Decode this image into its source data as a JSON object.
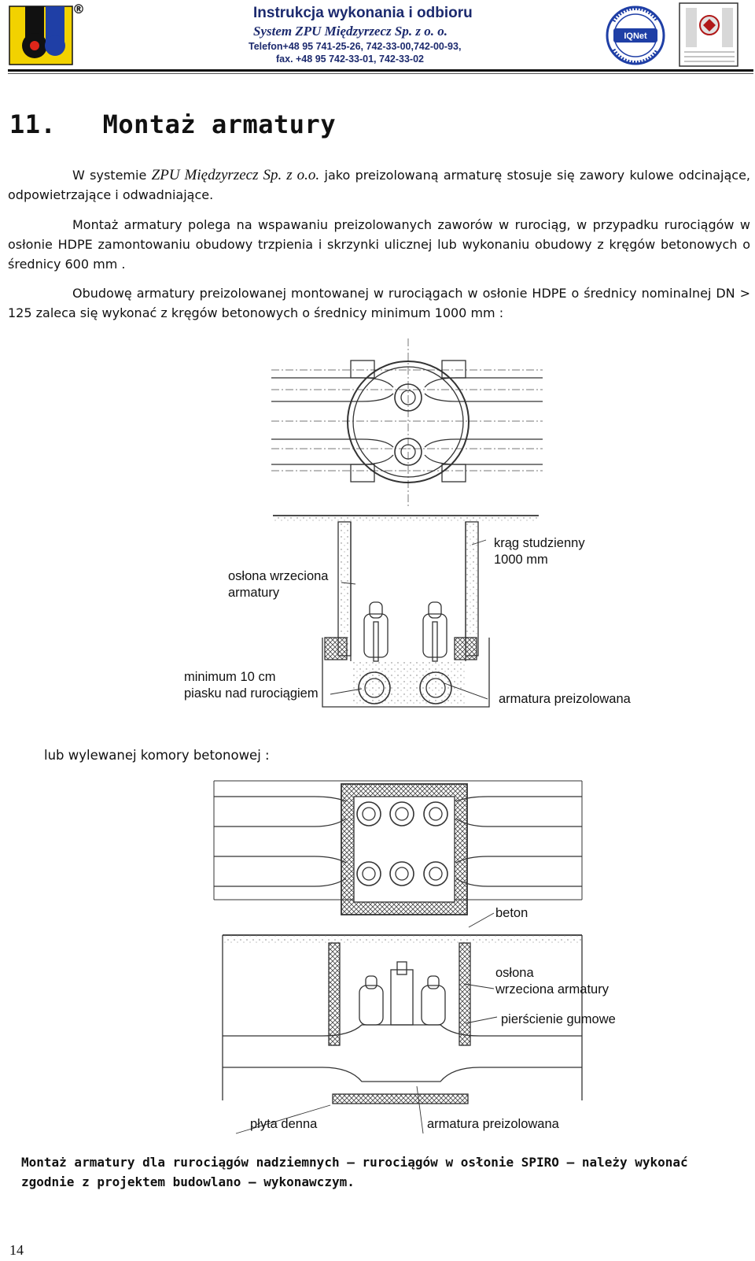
{
  "header": {
    "title": "Instrukcja wykonania i odbioru",
    "company": "System ZPU Międzyrzecz Sp. z o. o.",
    "phone": "Telefon+48 95 741-25-26, 742-33-00,742-00-93,",
    "fax": "fax. +48 95 742-33-01, 742-33-02",
    "registered_mark": "®",
    "cert_badge_text": "CERTIFIED MANAGEMENT SYSTEM",
    "cert_badge_brand": "IQNet",
    "cert_doc_text": "PN-EN ISO 9001:2000 / PN-EN ISO 14001:2005"
  },
  "section": {
    "heading": "11.   Montaż armatury",
    "p1_pre": "W systemie ",
    "p1_company": "ZPU Międzyrzecz Sp. z o.o.",
    "p1_post": " jako preizolowaną armaturę stosuje się zawory kulowe odcinające, odpowietrzające i odwadniające.",
    "p2": "Montaż armatury polega na wspawaniu preizolowanych zaworów w rurociąg, w przypadku rurociągów w osłonie HDPE zamontowaniu  obudowy trzpienia i skrzynki ulicznej lub wykonaniu obudowy z kręgów betonowych o średnicy 600 mm .",
    "p3": "Obudowę armatury preizolowanej montowanej w rurociągach w osłonie HDPE o średnicy nominalnej DN > 125  zaleca się wykonać z kręgów betonowych o średnicy minimum 1000 mm :"
  },
  "figure1": {
    "label_ring": [
      "krąg studzienny",
      "1000 mm"
    ],
    "label_sleeve": [
      "osłona wrzeciona",
      "armatury"
    ],
    "label_sand": [
      "minimum 10 cm",
      "piasku nad rurociągiem"
    ],
    "label_valve": "armatura preizolowana"
  },
  "or_text": "lub wylewanej komory betonowej :",
  "figure2": {
    "label_concrete": "beton",
    "label_sleeve": [
      "osłona",
      "wrzeciona armatury"
    ],
    "label_rings": "pierścienie gumowe",
    "label_plate": "płyta denna",
    "label_valve": "armatura preizolowana"
  },
  "final_note": "Montaż armatury dla rurociągów nadziemnych – rurociągów w osłonie SPIRO – należy wykonać zgodnie z projektem budowlano – wykonawczym.",
  "page_number": "14",
  "colors": {
    "logo_yellow": "#f2d200",
    "logo_blue": "#1f3fa6",
    "header_text": "#1c2a6e"
  }
}
